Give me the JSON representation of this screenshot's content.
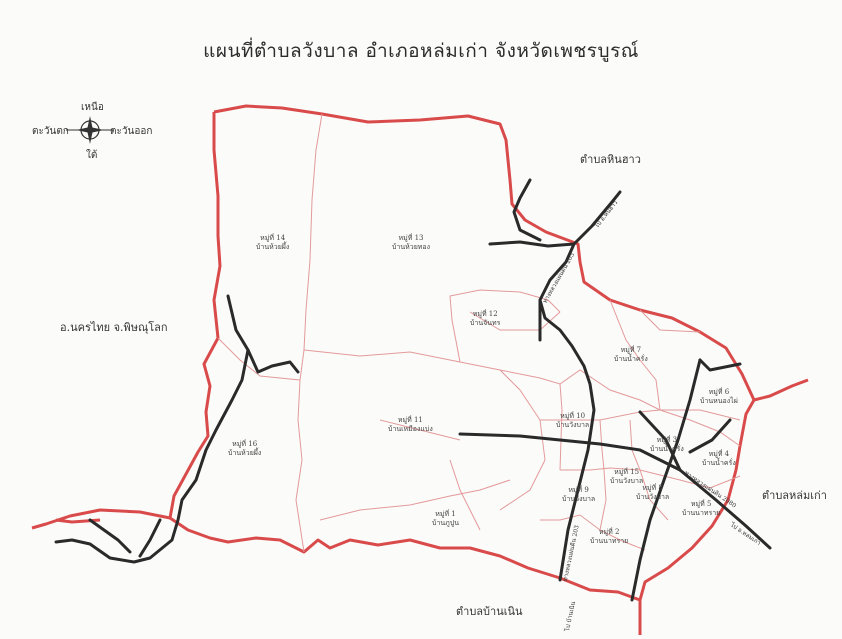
{
  "title": "แผนที่ตำบลวังบาล อำเภอหล่มเก่า จังหวัดเพชรบูรณ์",
  "compass": {
    "north": "เหนือ",
    "south": "ใต้",
    "west": "ตะวันตก",
    "east": "ตะวันออก"
  },
  "neighbors": {
    "north": "ตำบลหินฮาว",
    "west": "อ.นครไทย จ.พิษณุโลก",
    "east": "ตำบลหล่มเก่า",
    "south": "ตำบลบ้านเนิน"
  },
  "villages": [
    {
      "moo": "หมู่ที่ 14",
      "name": "บ้านห้วยผึ้ง"
    },
    {
      "moo": "หมู่ที่ 13",
      "name": "บ้านห้วยทอง"
    },
    {
      "moo": "หมู่ที่ 12",
      "name": "บ้านจันทร"
    },
    {
      "moo": "หมู่ที่ 7",
      "name": "บ้านน้ำครั่ง"
    },
    {
      "moo": "หมู่ที่ 6",
      "name": "บ้านหนองไผ่"
    },
    {
      "moo": "หมู่ที่ 11",
      "name": "บ้านเหมืองแบ่ง"
    },
    {
      "moo": "หมู่ที่ 10",
      "name": "บ้านวังบาล"
    },
    {
      "moo": "หมู่ที่ 3",
      "name": "บ้านน้ำครั่ง"
    },
    {
      "moo": "หมู่ที่ 4",
      "name": "บ้านน้ำครั่ง"
    },
    {
      "moo": "หมู่ที่ 16",
      "name": "บ้านห้วยผึ้ง"
    },
    {
      "moo": "หมู่ที่ 9",
      "name": "บ้านวังบาล"
    },
    {
      "moo": "หมู่ที่ 15",
      "name": "บ้านวังบาล"
    },
    {
      "moo": "หมู่ที่ 8",
      "name": "บ้านวังบาล"
    },
    {
      "moo": "หมู่ที่ 5",
      "name": "บ้านนาทราย"
    },
    {
      "moo": "หมู่ที่ 1",
      "name": "บ้านภูปูน"
    },
    {
      "moo": "หมู่ที่ 2",
      "name": "บ้านนาทราย"
    }
  ],
  "roads": {
    "to_hinhao": "ไป อ.หินฮาว",
    "highway_north": "ทางหลวงแผ่นดิน 203",
    "highway_east": "ทางหลวงแผ่นดิน 2080",
    "to_lomkao": "ไป อ.หล่มเก่า",
    "highway_south": "ทางหลวงแผ่นดิน 203",
    "to_bannoen": "ไป บ้านเนิน"
  },
  "colors": {
    "boundary": "#d94a4a",
    "subdivision": "#e39a9a",
    "road": "#2a2a2a"
  }
}
